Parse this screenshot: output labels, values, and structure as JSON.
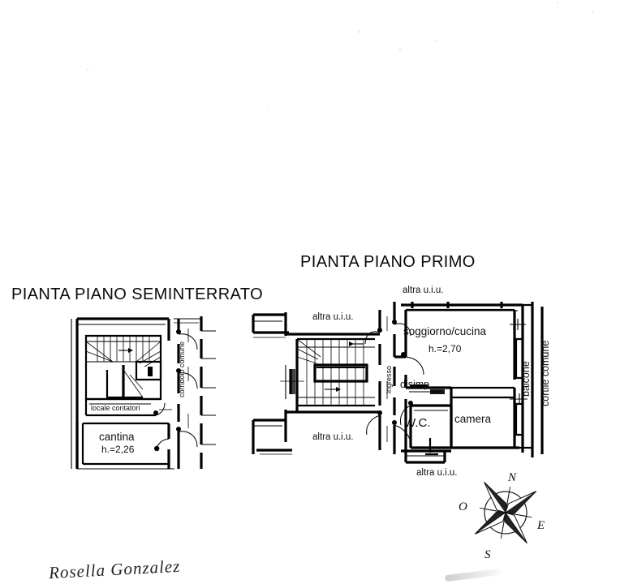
{
  "document": {
    "type": "architectural-floor-plan",
    "language": "it",
    "background_color": "#ffffff",
    "ink_color": "#000000"
  },
  "plans": {
    "basement": {
      "title": "PIANTA PIANO SEMINTERRATO",
      "rooms": [
        {
          "name": "cantina",
          "height_label": "h.=2,26"
        },
        {
          "name": "locale contatori"
        },
        {
          "name": "corridoio comune",
          "orientation": "vertical"
        }
      ]
    },
    "first_floor": {
      "title": "PIANTA PIANO PRIMO",
      "rooms": [
        {
          "name": "soggiorno/cucina",
          "height_label": "h.=2,70"
        },
        {
          "name": "disimp."
        },
        {
          "name": "W.C."
        },
        {
          "name": "camera"
        },
        {
          "name": "balcone",
          "orientation": "vertical"
        },
        {
          "name": "ingresso",
          "orientation": "vertical"
        }
      ],
      "exterior": [
        {
          "name": "cortile comune",
          "orientation": "vertical"
        }
      ],
      "adjacent_units": [
        {
          "label": "altra u.i.u.",
          "position": "top-left"
        },
        {
          "label": "altra u.i.u.",
          "position": "top-center"
        },
        {
          "label": "altra u.i.u.",
          "position": "bottom-left"
        },
        {
          "label": "altra u.i.u.",
          "position": "bottom-center"
        }
      ]
    }
  },
  "compass": {
    "name": "compass-rose",
    "north": "N",
    "east": "E",
    "south": "S",
    "west": "O",
    "rotation_deg": -35
  },
  "annotations": {
    "signature": "Rosella Gonzalez"
  }
}
